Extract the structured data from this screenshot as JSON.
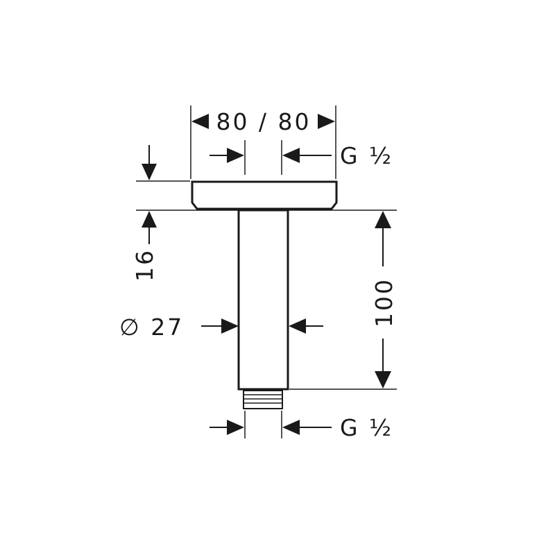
{
  "dimensions": {
    "mount_width": "80 / 80",
    "inlet_thread": "G ½",
    "outlet_thread": "G ½",
    "flange_height": "16",
    "arm_length": "100",
    "diameter": "∅ 27"
  },
  "colors": {
    "line": "#1a1a1a",
    "background": "#ffffff"
  }
}
